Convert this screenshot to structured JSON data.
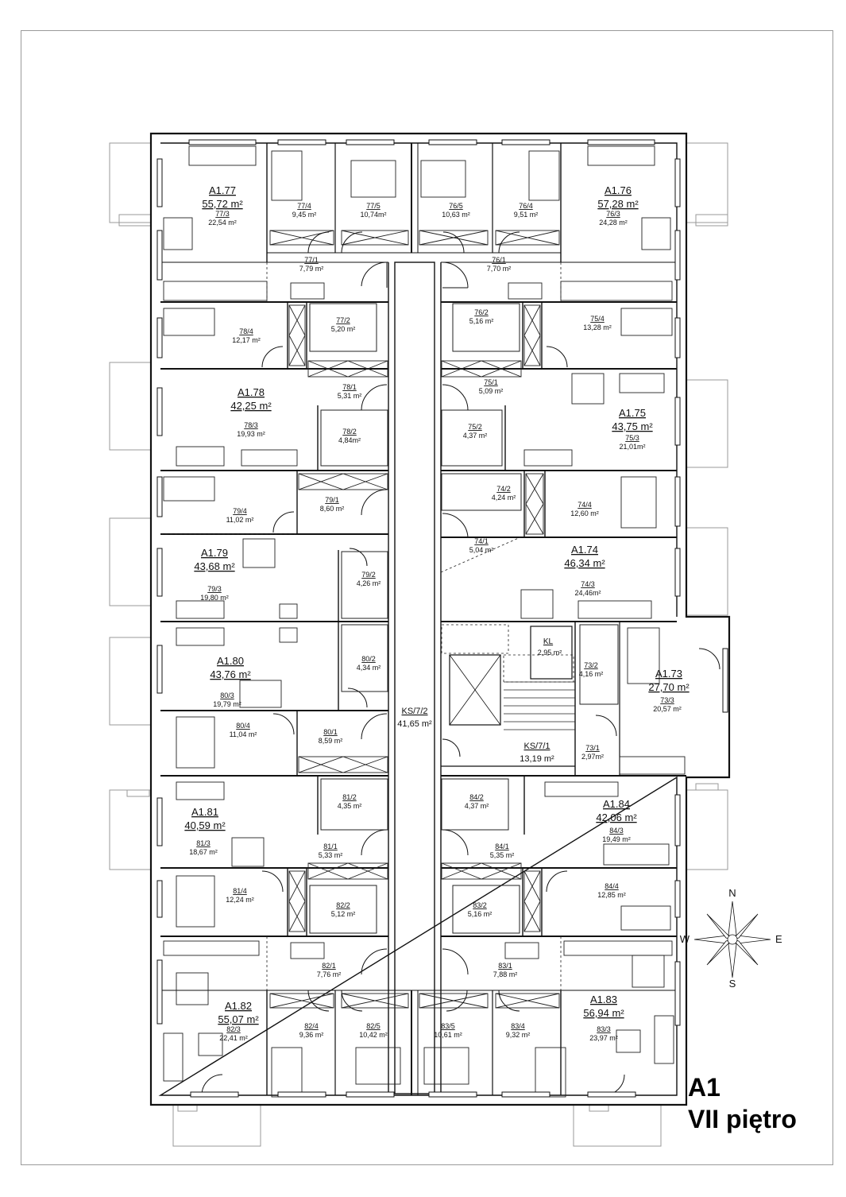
{
  "caption": {
    "building": "A1",
    "floor": "VII piętro"
  },
  "compass": {
    "n": "N",
    "s": "S",
    "e": "E",
    "w": "W"
  },
  "corridor": {
    "code": "KS/7/2",
    "area": "41,65 m²"
  },
  "stair": {
    "code": "KS/7/1",
    "area": "13,19 m²"
  },
  "kl": {
    "code": "KL",
    "area": "2,95 m²"
  },
  "apartments": [
    {
      "name": "A1.77",
      "area": "55,72 m²",
      "rooms": [
        {
          "code": "77/3",
          "area": "22,54 m²"
        },
        {
          "code": "77/4",
          "area": "9,45 m²"
        },
        {
          "code": "77/5",
          "area": "10,74m²"
        },
        {
          "code": "77/1",
          "area": "7,79 m²"
        },
        {
          "code": "77/2",
          "area": "5,20 m²"
        }
      ]
    },
    {
      "name": "A1.76",
      "area": "57,28 m²",
      "rooms": [
        {
          "code": "76/3",
          "area": "24,28 m²"
        },
        {
          "code": "76/4",
          "area": "9,51 m²"
        },
        {
          "code": "76/5",
          "area": "10,63 m²"
        },
        {
          "code": "76/1",
          "area": "7,70 m²"
        },
        {
          "code": "76/2",
          "area": "5,16 m²"
        }
      ]
    },
    {
      "name": "A1.78",
      "area": "42,25 m²",
      "rooms": [
        {
          "code": "78/3",
          "area": "19,93 m²"
        },
        {
          "code": "78/4",
          "area": "12,17 m²"
        },
        {
          "code": "78/1",
          "area": "5,31 m²"
        },
        {
          "code": "78/2",
          "area": "4,84m²"
        }
      ]
    },
    {
      "name": "A1.75",
      "area": "43,75 m²",
      "rooms": [
        {
          "code": "75/3",
          "area": "21,01m²"
        },
        {
          "code": "75/4",
          "area": "13,28 m²"
        },
        {
          "code": "75/1",
          "area": "5,09 m²"
        },
        {
          "code": "75/2",
          "area": "4,37 m²"
        }
      ]
    },
    {
      "name": "A1.79",
      "area": "43,68 m²",
      "rooms": [
        {
          "code": "79/3",
          "area": "19,80 m²"
        },
        {
          "code": "79/4",
          "area": "11,02 m²"
        },
        {
          "code": "79/1",
          "area": "8,60 m²"
        },
        {
          "code": "79/2",
          "area": "4,26 m²"
        }
      ]
    },
    {
      "name": "A1.74",
      "area": "46,34 m²",
      "rooms": [
        {
          "code": "74/3",
          "area": "24,46m²"
        },
        {
          "code": "74/4",
          "area": "12,60 m²"
        },
        {
          "code": "74/1",
          "area": "5,04 m²"
        },
        {
          "code": "74/2",
          "area": "4,24 m²"
        }
      ]
    },
    {
      "name": "A1.80",
      "area": "43,76 m²",
      "rooms": [
        {
          "code": "80/3",
          "area": "19,79 m²"
        },
        {
          "code": "80/4",
          "area": "11,04 m²"
        },
        {
          "code": "80/1",
          "area": "8,59 m²"
        },
        {
          "code": "80/2",
          "area": "4,34 m²"
        }
      ]
    },
    {
      "name": "A1.73",
      "area": "27,70 m²",
      "rooms": [
        {
          "code": "73/3",
          "area": "20,57 m²"
        },
        {
          "code": "73/2",
          "area": "4,16 m²"
        },
        {
          "code": "73/1",
          "area": "2,97m²"
        }
      ]
    },
    {
      "name": "A1.81",
      "area": "40,59 m²",
      "rooms": [
        {
          "code": "81/3",
          "area": "18,67 m²"
        },
        {
          "code": "81/4",
          "area": "12,24 m²"
        },
        {
          "code": "81/1",
          "area": "5,33 m²"
        },
        {
          "code": "81/2",
          "area": "4,35 m²"
        }
      ]
    },
    {
      "name": "A1.84",
      "area": "42,06 m²",
      "rooms": [
        {
          "code": "84/3",
          "area": "19,49 m²"
        },
        {
          "code": "84/4",
          "area": "12,85 m²"
        },
        {
          "code": "84/1",
          "area": "5,35 m²"
        },
        {
          "code": "84/2",
          "area": "4,37 m²"
        }
      ]
    },
    {
      "name": "A1.82",
      "area": "55,07 m²",
      "rooms": [
        {
          "code": "82/3",
          "area": "22,41 m²"
        },
        {
          "code": "82/4",
          "area": "9,36 m²"
        },
        {
          "code": "82/5",
          "area": "10,42 m²"
        },
        {
          "code": "82/1",
          "area": "7,76 m²"
        },
        {
          "code": "82/2",
          "area": "5,12 m²"
        }
      ]
    },
    {
      "name": "A1.83",
      "area": "56,94 m²",
      "rooms": [
        {
          "code": "83/3",
          "area": "23,97 m²"
        },
        {
          "code": "83/4",
          "area": "9,32 m²"
        },
        {
          "code": "83/5",
          "area": "10,61 m²"
        },
        {
          "code": "83/1",
          "area": "7,88 m²"
        },
        {
          "code": "83/2",
          "area": "5,16 m²"
        }
      ]
    }
  ]
}
